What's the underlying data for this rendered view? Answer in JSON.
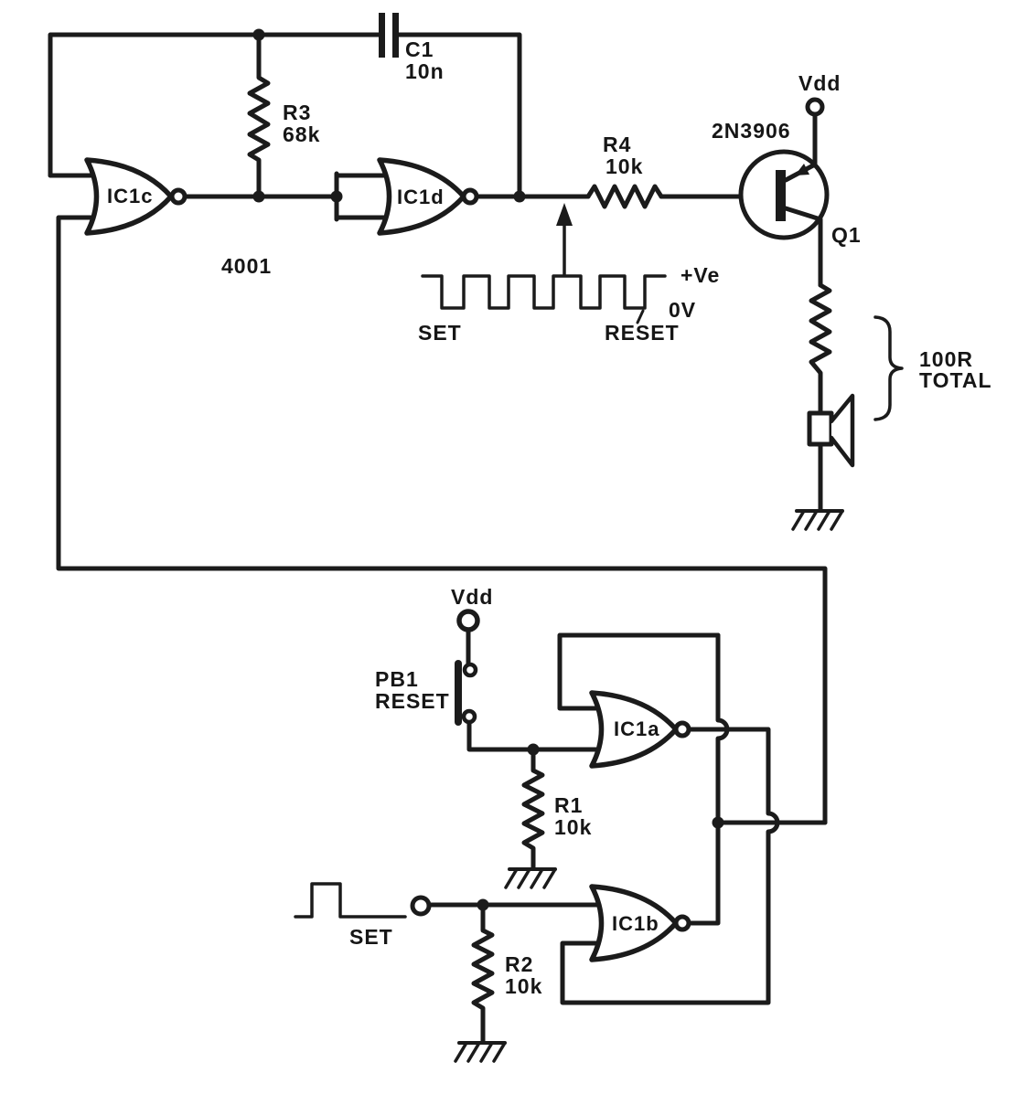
{
  "schematic": {
    "ic": {
      "part": "4001",
      "gate_a": "IC1a",
      "gate_b": "IC1b",
      "gate_c": "IC1c",
      "gate_d": "IC1d"
    },
    "resistors": {
      "r1": {
        "ref": "R1",
        "value": "10k"
      },
      "r2": {
        "ref": "R2",
        "value": "10k"
      },
      "r3": {
        "ref": "R3",
        "value": "68k"
      },
      "r4": {
        "ref": "R4",
        "value": "10k"
      }
    },
    "capacitor": {
      "ref": "C1",
      "value": "10n"
    },
    "transistor": {
      "ref": "Q1",
      "part": "2N3906"
    },
    "power": {
      "vdd_top": "Vdd",
      "vdd_bottom": "Vdd"
    },
    "speaker_note": {
      "line1": "100R",
      "line2": "TOTAL"
    },
    "button": {
      "ref": "PB1",
      "action": "RESET"
    },
    "waveform": {
      "high_label": "+Ve",
      "low_label": "0V",
      "set_label": "SET",
      "reset_label": "RESET"
    },
    "set_input_label": "SET"
  }
}
